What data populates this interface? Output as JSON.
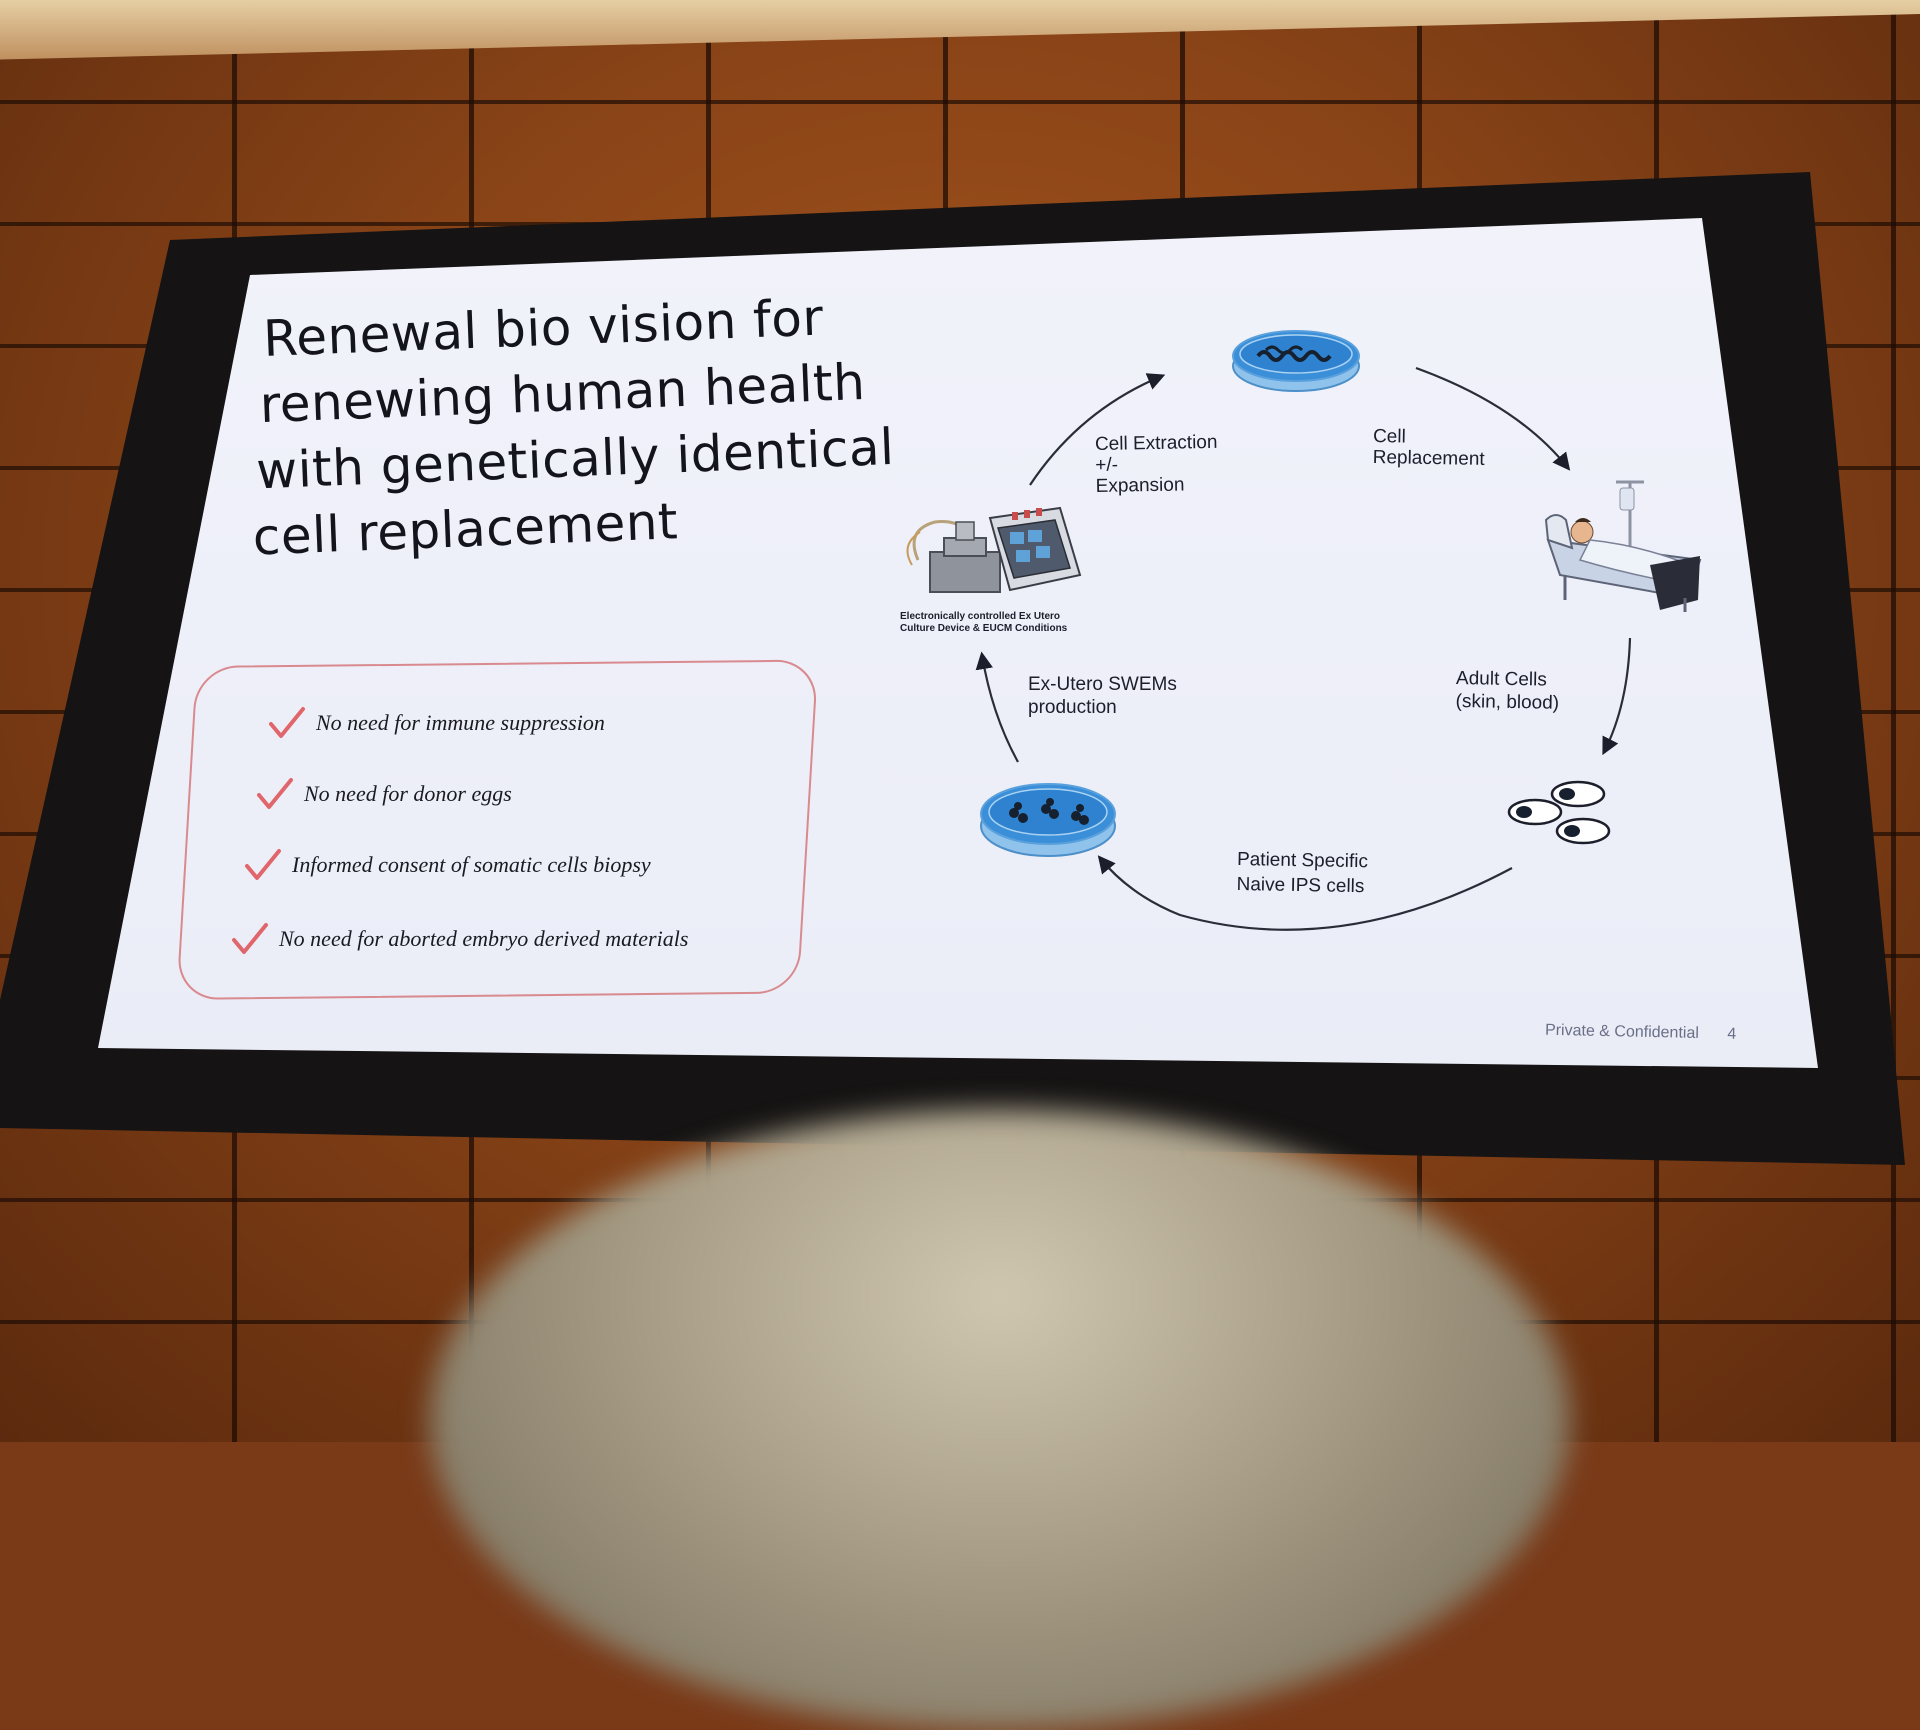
{
  "slide": {
    "title_lines": [
      "Renewal bio vision for",
      "renewing human health",
      "with genetically identical",
      "cell replacement"
    ],
    "benefits": [
      "No need for immune suppression",
      "No need for donor eggs",
      "Informed consent of somatic cells biopsy",
      "No need for aborted embryo derived materials"
    ],
    "cycle": {
      "cell_extraction": [
        "Cell Extraction",
        "+/-",
        "Expansion"
      ],
      "cell_replacement": [
        "Cell",
        "Replacement"
      ],
      "adult_cells": [
        "Adult Cells",
        "(skin, blood)"
      ],
      "ips_cells": [
        "Patient Specific",
        "Naive IPS cells"
      ],
      "swems": [
        "Ex-Utero SWEMs",
        "production"
      ],
      "device_caption": [
        "Electronically controlled Ex Utero",
        "Culture Device & EUCM Conditions"
      ]
    },
    "footer": {
      "label": "Private & Confidential",
      "page": "4"
    }
  },
  "colors": {
    "accent_check": "#e0666c",
    "box_border": "#d98a8e",
    "dish_blue": "#3a8fd8",
    "slide_bg": "#eef0f9"
  },
  "icons": [
    "petri-dish-icon",
    "hospital-bed-icon",
    "cells-icon",
    "culture-device-icon",
    "check-icon"
  ]
}
